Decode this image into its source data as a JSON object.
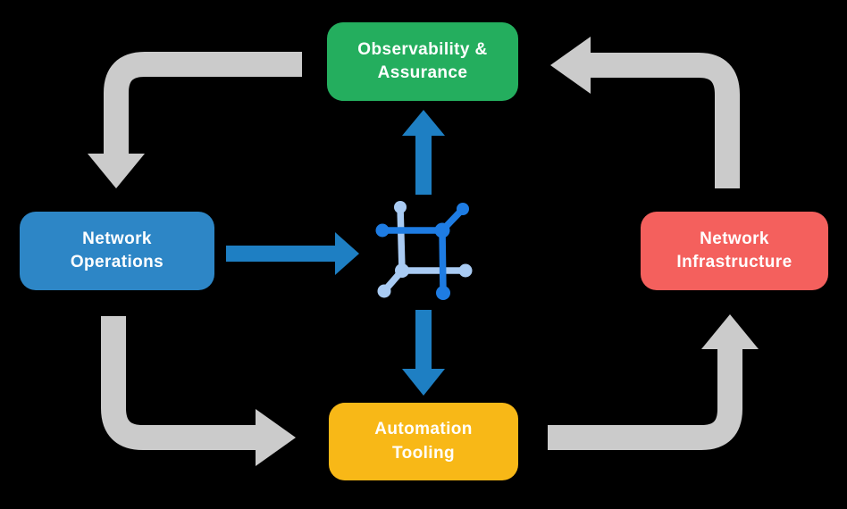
{
  "colors": {
    "background": "#000000",
    "text": "#FFFFFF",
    "gray_arrow": "#CBCBCB",
    "blue_arrow": "#1E7FC3",
    "icon_dark": "#1E7CE3",
    "icon_light": "#A9CBF3"
  },
  "nodes": [
    {
      "id": "observability-assurance",
      "line1": "Observability &",
      "line2": "Assurance",
      "color": "#24AE5E",
      "position": "top"
    },
    {
      "id": "network-operations",
      "line1": "Network",
      "line2": "Operations",
      "color": "#2D86C6",
      "position": "left"
    },
    {
      "id": "network-infrastructure",
      "line1": "Network",
      "line2": "Infrastructure",
      "color": "#F4605D",
      "position": "right"
    },
    {
      "id": "automation-tooling",
      "line1": "Automation",
      "line2": "Tooling",
      "color": "#F8B817",
      "position": "bottom"
    }
  ],
  "center_icon": {
    "name": "network-automation-icon"
  },
  "flows": [
    {
      "from": "Observability & Assurance",
      "to": "Network Operations",
      "style": "gray"
    },
    {
      "from": "Network Infrastructure",
      "to": "Observability & Assurance",
      "style": "gray"
    },
    {
      "from": "Network Operations",
      "to": "Automation Tooling",
      "style": "gray"
    },
    {
      "from": "Automation Tooling",
      "to": "Network Infrastructure",
      "style": "gray"
    },
    {
      "from": "Network Operations",
      "to": "center icon",
      "style": "blue"
    },
    {
      "from": "center icon",
      "to": "Observability & Assurance",
      "style": "blue"
    },
    {
      "from": "center icon",
      "to": "Automation Tooling",
      "style": "blue"
    }
  ]
}
